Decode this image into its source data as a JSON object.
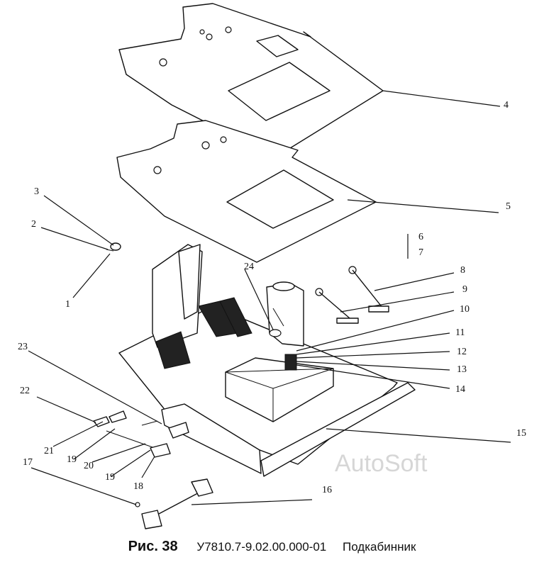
{
  "figure": {
    "label": "Рис. 38",
    "code": "У7810.7-9.02.00.000-01",
    "title": "Подкабинник"
  },
  "watermark": "AutoSoft",
  "callouts": [
    "1",
    "2",
    "3",
    "4",
    "5",
    "6",
    "7",
    "8",
    "9",
    "10",
    "11",
    "12",
    "13",
    "14",
    "15",
    "16",
    "17",
    "18",
    "19",
    "20",
    "21",
    "22",
    "23",
    "24"
  ]
}
